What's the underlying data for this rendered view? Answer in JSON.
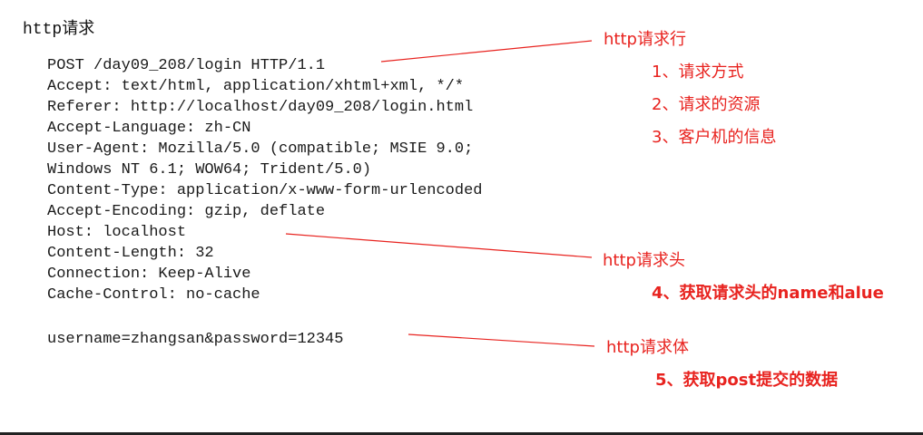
{
  "title": "http请求",
  "request": {
    "lines": [
      "POST /day09_208/login HTTP/1.1",
      "Accept: text/html, application/xhtml+xml, */*",
      "Referer: http://localhost/day09_208/login.html",
      "Accept-Language: zh-CN",
      "User-Agent: Mozilla/5.0 (compatible; MSIE 9.0;",
      "Windows NT 6.1; WOW64; Trident/5.0)",
      "Content-Type: application/x-www-form-urlencoded",
      "Accept-Encoding: gzip, deflate",
      "Host: localhost",
      "Content-Length: 32",
      "Connection: Keep-Alive",
      "Cache-Control: no-cache",
      "",
      "username=zhangsan&password=12345"
    ]
  },
  "annotations": {
    "request_line": {
      "label": "http请求行",
      "items": [
        "1、请求方式",
        "2、请求的资源",
        "3、客户机的信息"
      ]
    },
    "request_header": {
      "label": "http请求头",
      "items": [
        "4、获取请求头的name和alue"
      ]
    },
    "request_body": {
      "label": "http请求体",
      "items": [
        "5、获取post提交的数据"
      ]
    }
  },
  "colors": {
    "annotation": "#e8231f",
    "code_text": "#1a1a1a"
  }
}
